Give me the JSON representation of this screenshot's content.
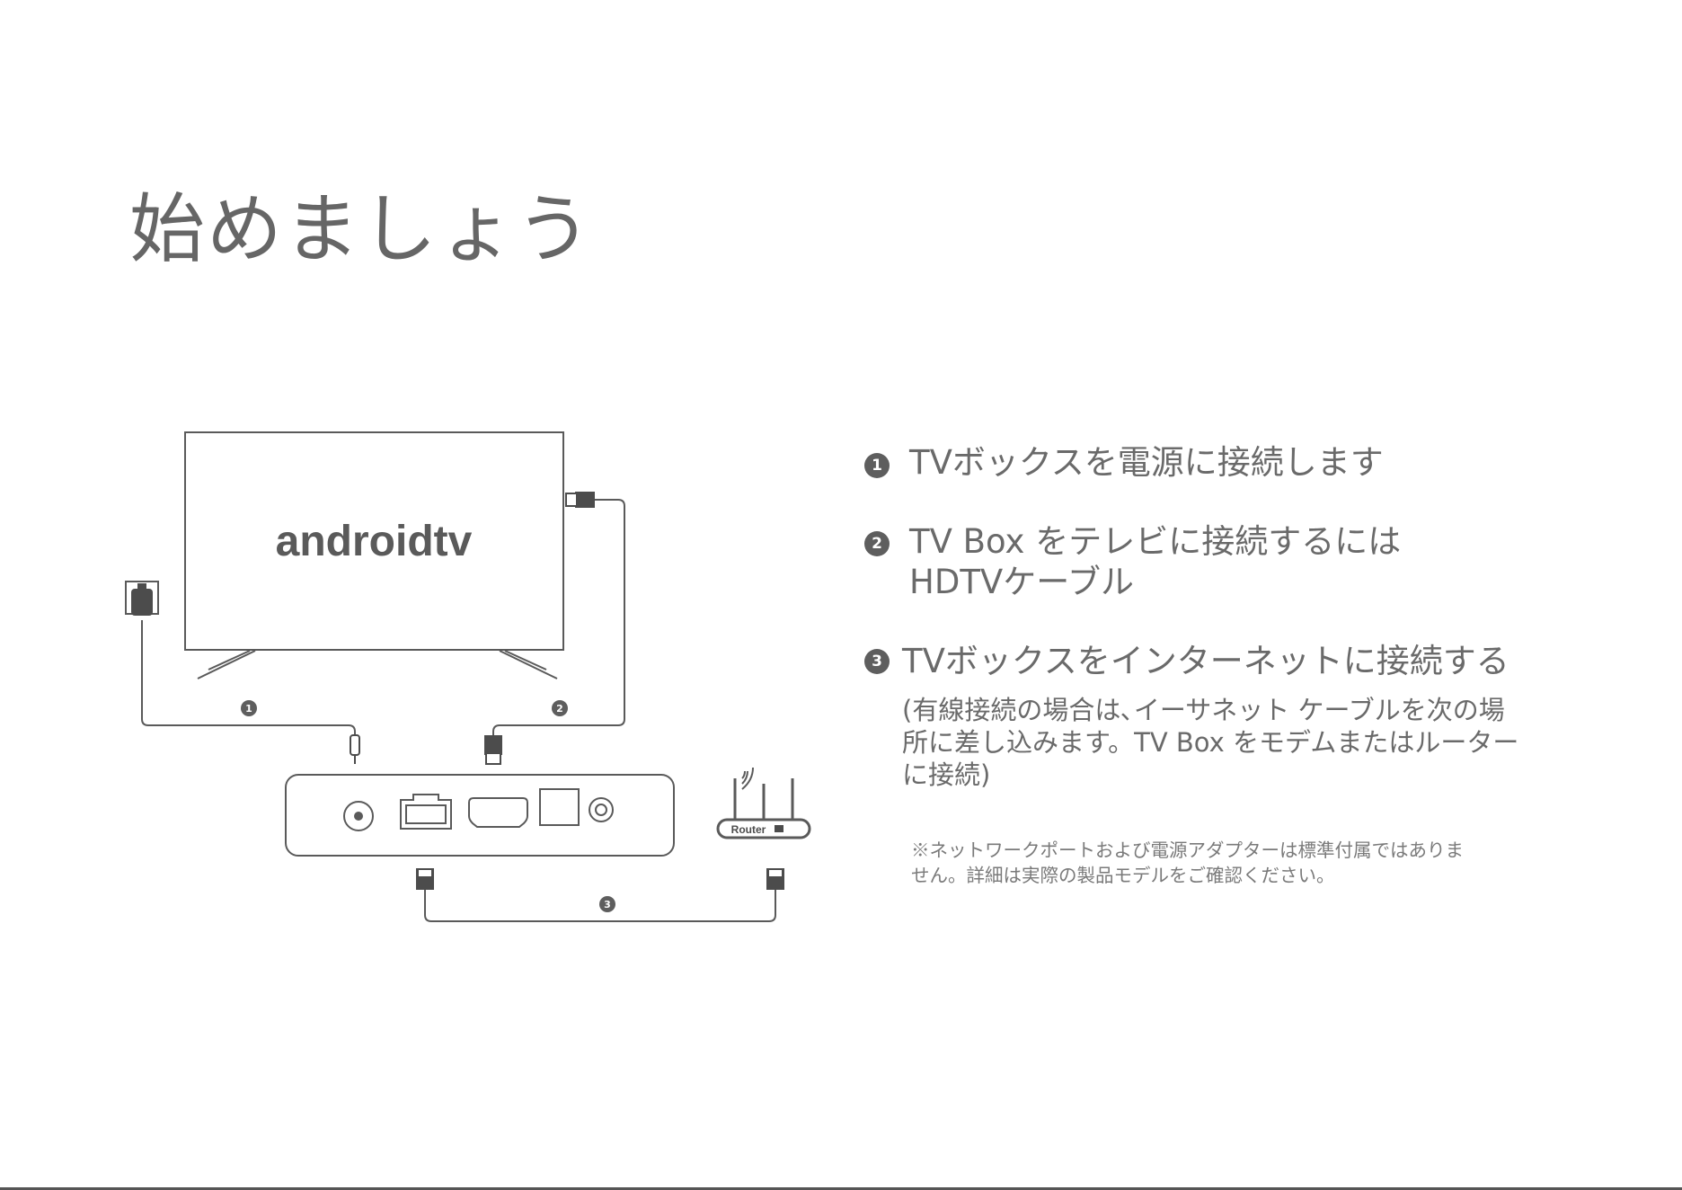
{
  "page": {
    "title": "始めましょう"
  },
  "diagram": {
    "tv_logo": "androidtv",
    "router_label": "Router",
    "cable_badges": [
      "1",
      "2",
      "3"
    ]
  },
  "steps": [
    {
      "badge": "1",
      "title_lines": [
        "TVボックスを電源に接続します"
      ]
    },
    {
      "badge": "2",
      "title_lines": [
        "TV Box をテレビに接続するには",
        "HDTVケーブル"
      ]
    },
    {
      "badge": "3",
      "title_lines": [
        "TVボックスをインターネットに接続する"
      ],
      "description_lines": [
        "(有線接続の場合は､イーサネット ケーブルを次の場",
        "所に差し込みます。TV Box をモデムまたはルーター",
        "に接続)"
      ]
    }
  ],
  "footnote_lines": [
    "※ネットワークポートおよび電源アダプターは標準付属ではありま",
    "せん。詳細は実際の製品モデルをご確認ください。"
  ]
}
